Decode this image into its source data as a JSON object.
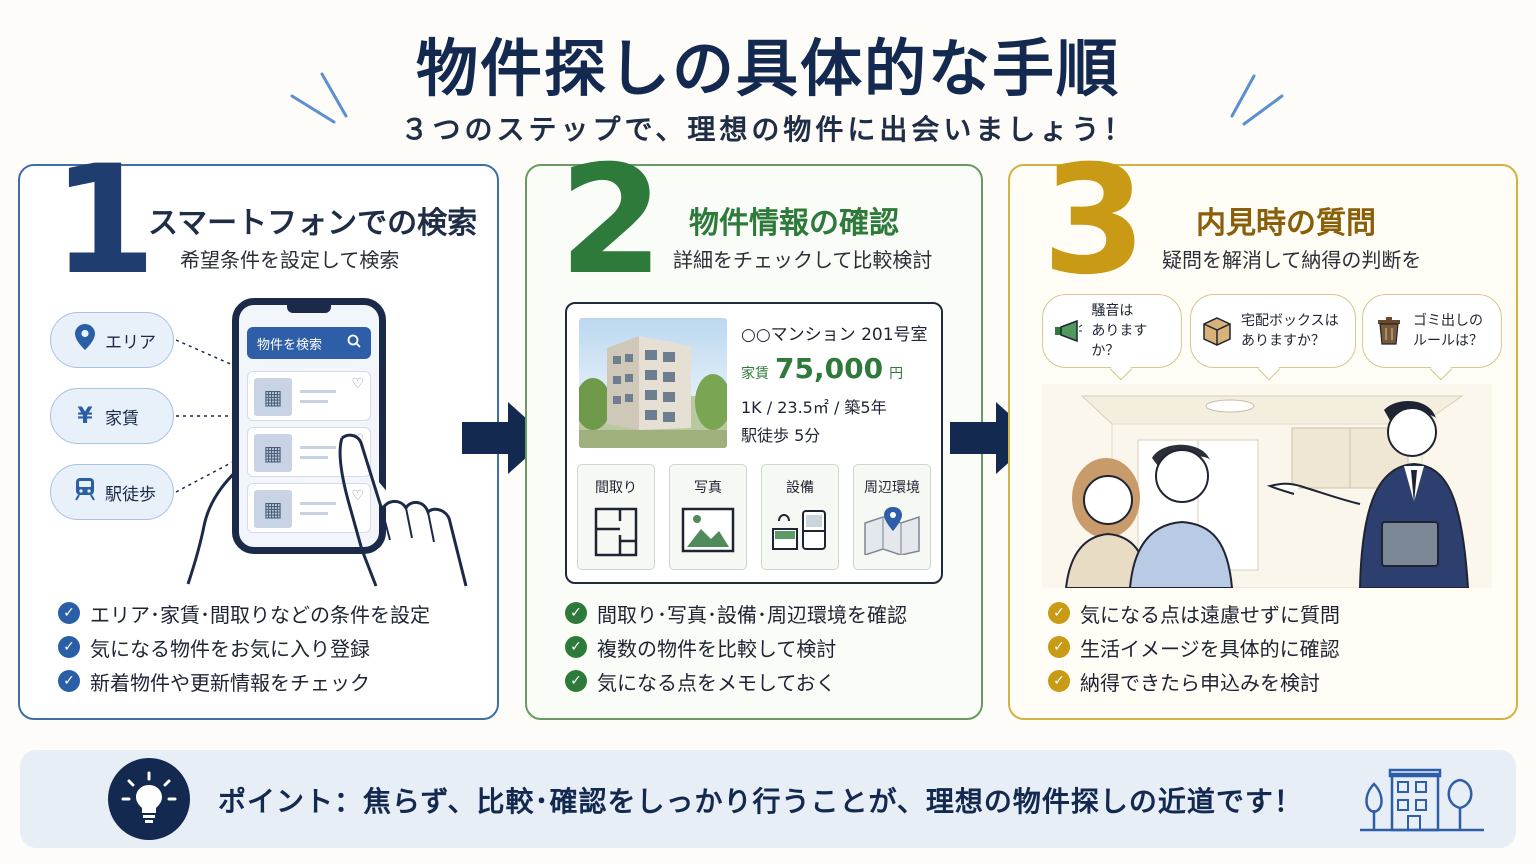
{
  "header": {
    "title": "物件探しの具体的な手順",
    "subtitle": "３つのステップで、理想の物件に出会いましょう！"
  },
  "colors": {
    "navy": "#13294f",
    "step1": "#1f3d6e",
    "step2": "#2e7a3a",
    "step3": "#c99a16"
  },
  "steps": [
    {
      "number": "1",
      "title": "スマートフォンでの検索",
      "subtitle": "希望条件を設定して検索",
      "filters": [
        {
          "icon": "location-pin-icon",
          "label": "エリア"
        },
        {
          "icon": "yen-icon",
          "label": "家賃"
        },
        {
          "icon": "train-icon",
          "label": "駅徒歩"
        }
      ],
      "phone_search_label": "物件を検索",
      "checks": [
        "エリア･家賃･間取りなどの条件を設定",
        "気になる物件をお気に入り登録",
        "新着物件や更新情報をチェック"
      ]
    },
    {
      "number": "2",
      "title": "物件情報の確認",
      "subtitle": "詳細をチェックして比較検討",
      "property": {
        "name": "○○マンション 201号室",
        "rent_label": "家賃",
        "rent_value": "75,000",
        "rent_unit": "円",
        "spec": "1K / 23.5㎡ / 築5年",
        "access": "駅徒歩 5分"
      },
      "features": [
        "間取り",
        "写真",
        "設備",
        "周辺環境"
      ],
      "checks": [
        "間取り･写真･設備･周辺環境を確認",
        "複数の物件を比較して検討",
        "気になる点をメモしておく"
      ]
    },
    {
      "number": "3",
      "title": "内見時の質問",
      "subtitle": "疑問を解消して納得の判断を",
      "questions": [
        {
          "icon": "megaphone-icon",
          "line1": "騒音は",
          "line2": "ありますか？"
        },
        {
          "icon": "package-icon",
          "line1": "宅配ボックスは",
          "line2": "ありますか？"
        },
        {
          "icon": "trash-can-icon",
          "line1": "ゴミ出しの",
          "line2": "ルールは？"
        }
      ],
      "checks": [
        "気になる点は遠慮せずに質問",
        "生活イメージを具体的に確認",
        "納得できたら申込みを検討"
      ]
    }
  ],
  "tip": {
    "text": "ポイント：焦らず、比較･確認をしっかり行うことが、理想の物件探しの近道です！"
  }
}
